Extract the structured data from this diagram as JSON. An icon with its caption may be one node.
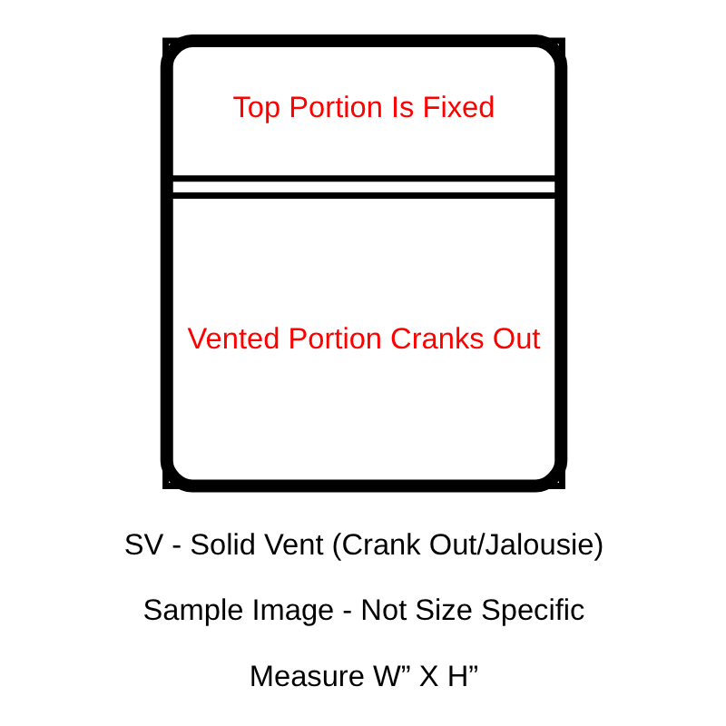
{
  "diagram": {
    "nodes": [
      {
        "text": [],
        "shape": "box"
      },
      {
        "text": [
          "Top Portion Is Fixed"
        ],
        "in": 0
      },
      {
        "text": [
          "Vented Portion Cranks Out"
        ],
        "in": 0
      }
    ],
    "labels": [
      "SV - Solid Vent (Crank Out/Jalousie)",
      "Sample Image - Not Size Specific",
      "Measure W” X H”"
    ]
  }
}
